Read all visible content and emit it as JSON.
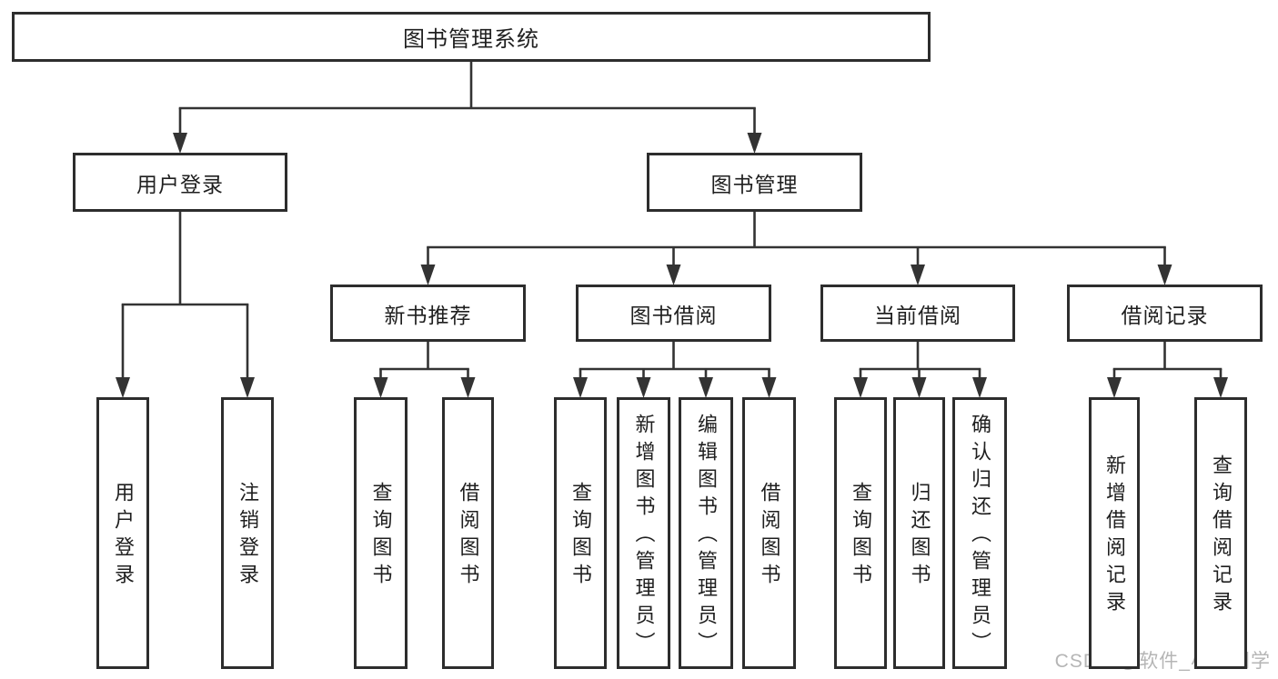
{
  "diagram": {
    "watermark": "CSDN @软件_小贺同学",
    "colors": {
      "background": "#ffffff",
      "line": "#333333",
      "box_border": "#2d2d2d",
      "text": "#1f1f1f",
      "watermark": "#b5b5b5"
    },
    "nodes": [
      {
        "id": "root",
        "label": "图书管理系统",
        "children": [
          "user-login",
          "book-mgmt"
        ]
      },
      {
        "id": "user-login",
        "label": "用户登录",
        "children": [
          "ul-login",
          "ul-logout"
        ]
      },
      {
        "id": "book-mgmt",
        "label": "图书管理",
        "children": [
          "new-book-rec",
          "book-borrow",
          "current-borrow",
          "borrow-records"
        ]
      },
      {
        "id": "new-book-rec",
        "label": "新书推荐",
        "children": [
          "nb-query",
          "nb-borrow"
        ]
      },
      {
        "id": "book-borrow",
        "label": "图书借阅",
        "children": [
          "bb-query",
          "bb-add",
          "bb-edit",
          "bb-borrow"
        ]
      },
      {
        "id": "current-borrow",
        "label": "当前借阅",
        "children": [
          "cb-query",
          "cb-return",
          "cb-confirm"
        ]
      },
      {
        "id": "borrow-records",
        "label": "借阅记录",
        "children": [
          "br-add",
          "br-query"
        ]
      },
      {
        "id": "ul-login",
        "label": "用户登录",
        "children": []
      },
      {
        "id": "ul-logout",
        "label": "注销登录",
        "children": []
      },
      {
        "id": "nb-query",
        "label": "查询图书",
        "children": []
      },
      {
        "id": "nb-borrow",
        "label": "借阅图书",
        "children": []
      },
      {
        "id": "bb-query",
        "label": "查询图书",
        "children": []
      },
      {
        "id": "bb-add",
        "label": "新增图书（管理员）",
        "children": []
      },
      {
        "id": "bb-edit",
        "label": "编辑图书（管理员）",
        "children": []
      },
      {
        "id": "bb-borrow",
        "label": "借阅图书",
        "children": []
      },
      {
        "id": "cb-query",
        "label": "查询图书",
        "children": []
      },
      {
        "id": "cb-return",
        "label": "归还图书",
        "children": []
      },
      {
        "id": "cb-confirm",
        "label": "确认归还（管理员）",
        "children": []
      },
      {
        "id": "br-add",
        "label": "新增借阅记录",
        "children": []
      },
      {
        "id": "br-query",
        "label": "查询借阅记录",
        "children": []
      }
    ]
  }
}
